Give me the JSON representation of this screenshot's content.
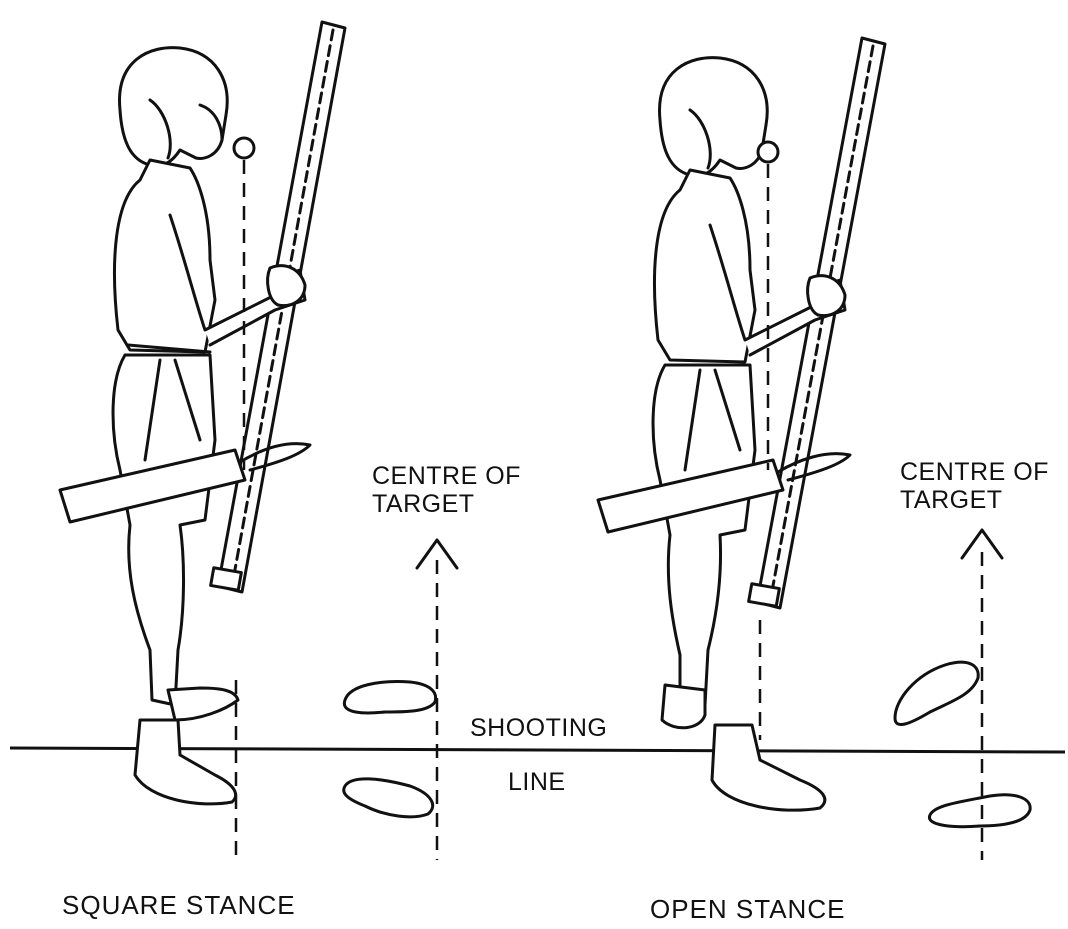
{
  "labels": {
    "left_target": [
      "CENTRE OF",
      "TARGET"
    ],
    "right_target": [
      "CENTRE OF",
      "TARGET"
    ],
    "shooting": "SHOOTING",
    "line": "LINE",
    "square_caption": "SQUARE STANCE",
    "open_caption": "OPEN STANCE"
  },
  "colors": {
    "ink": "#111111",
    "paper": "#ffffff"
  }
}
